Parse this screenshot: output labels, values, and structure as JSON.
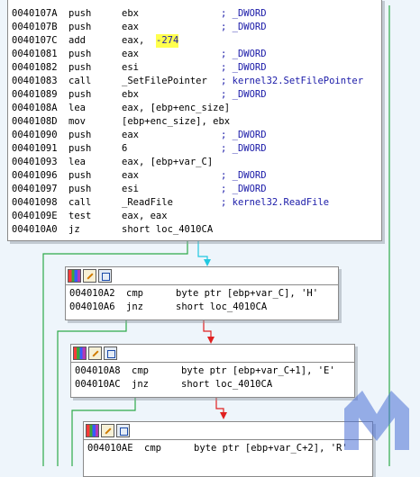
{
  "colors": {
    "background": "#eef5fb",
    "edge_cyan": "#22c8e0",
    "edge_green": "#2eaa4a",
    "edge_red": "#e02020",
    "highlight": "#ffff4d"
  },
  "block_main": {
    "lines": [
      {
        "addr": "0040107A",
        "mn": "push",
        "op": "ebx",
        "cm": "; _DWORD"
      },
      {
        "addr": "0040107B",
        "mn": "push",
        "op": "eax",
        "cm": "; _DWORD"
      },
      {
        "addr": "0040107C",
        "mn": "add",
        "op": "eax,",
        "op2": "-274",
        "cm": ""
      },
      {
        "addr": "00401081",
        "mn": "push",
        "op": "eax",
        "cm": "; _DWORD"
      },
      {
        "addr": "00401082",
        "mn": "push",
        "op": "esi",
        "cm": "; _DWORD"
      },
      {
        "addr": "00401083",
        "mn": "call",
        "op": "_SetFilePointer",
        "cm": "; kernel32.SetFilePointer"
      },
      {
        "addr": "00401089",
        "mn": "push",
        "op": "ebx",
        "cm": "; _DWORD"
      },
      {
        "addr": "0040108A",
        "mn": "lea",
        "op": "eax, [ebp+enc_size]",
        "cm": ""
      },
      {
        "addr": "0040108D",
        "mn": "mov",
        "op": "[ebp+enc_size], ebx",
        "cm": ""
      },
      {
        "addr": "00401090",
        "mn": "push",
        "op": "eax",
        "cm": "; _DWORD"
      },
      {
        "addr": "00401091",
        "mn": "push",
        "op": "6",
        "cm": "; _DWORD"
      },
      {
        "addr": "00401093",
        "mn": "lea",
        "op": "eax, [ebp+var_C]",
        "cm": ""
      },
      {
        "addr": "00401096",
        "mn": "push",
        "op": "eax",
        "cm": "; _DWORD"
      },
      {
        "addr": "00401097",
        "mn": "push",
        "op": "esi",
        "cm": "; _DWORD"
      },
      {
        "addr": "00401098",
        "mn": "call",
        "op": "_ReadFile",
        "cm": "; kernel32.ReadFile"
      },
      {
        "addr": "0040109E",
        "mn": "test",
        "op": "eax, eax",
        "cm": ""
      },
      {
        "addr": "004010A0",
        "mn": "jz",
        "op": "short loc_4010CA",
        "cm": ""
      }
    ]
  },
  "block_h": {
    "lines": [
      {
        "addr": "004010A2",
        "mn": "cmp",
        "op": "byte ptr [ebp+var_C], 'H'"
      },
      {
        "addr": "004010A6",
        "mn": "jnz",
        "op": "short loc_4010CA"
      }
    ]
  },
  "block_e": {
    "lines": [
      {
        "addr": "004010A8",
        "mn": "cmp",
        "op": "byte ptr [ebp+var_C+1], 'E'"
      },
      {
        "addr": "004010AC",
        "mn": "jnz",
        "op": "short loc_4010CA"
      }
    ]
  },
  "block_r": {
    "lines": [
      {
        "addr": "004010AE",
        "mn": "cmp",
        "op": "byte ptr [ebp+var_C+2], 'R'"
      }
    ]
  }
}
